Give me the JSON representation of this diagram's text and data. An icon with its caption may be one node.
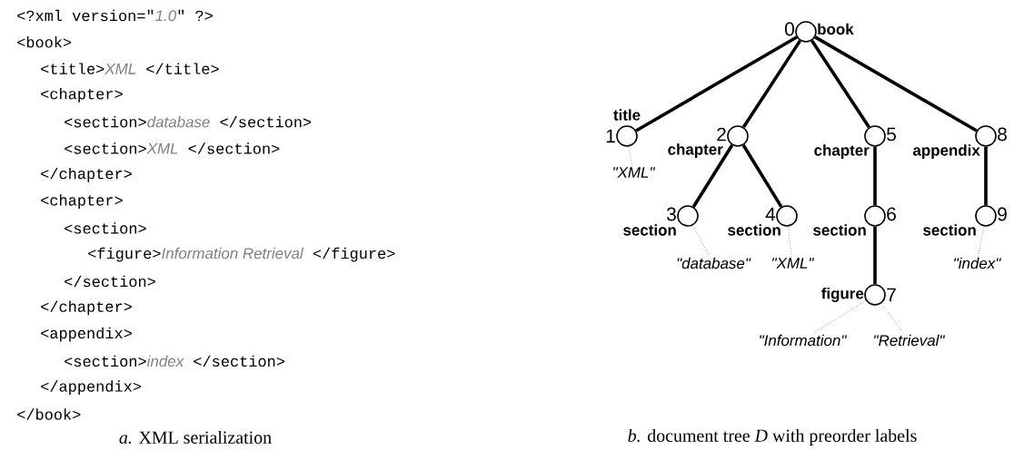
{
  "diagram": {
    "nodes": [
      {
        "text": [],
        "shape": "circle",
        "beside": [
          "0",
          "book"
        ]
      },
      {
        "text": [],
        "shape": "circle",
        "beside": [
          "1",
          "title"
        ]
      },
      {
        "text": [],
        "shape": "circle",
        "beside": [
          "2",
          "chapter"
        ]
      },
      {
        "text": [],
        "shape": "circle",
        "beside": [
          "3",
          "section"
        ]
      },
      {
        "text": [],
        "shape": "circle",
        "beside": [
          "4",
          "section"
        ]
      },
      {
        "text": [],
        "shape": "circle",
        "beside": [
          "5",
          "chapter"
        ]
      },
      {
        "text": [],
        "shape": "circle",
        "beside": [
          "6",
          "section"
        ]
      },
      {
        "text": [],
        "shape": "circle",
        "beside": [
          "7",
          "figure"
        ]
      },
      {
        "text": [],
        "shape": "circle",
        "beside": [
          "8",
          "appendix"
        ]
      },
      {
        "text": [],
        "shape": "circle",
        "beside": [
          "9",
          "section"
        ]
      },
      {
        "text": [
          "\"XML\""
        ]
      },
      {
        "text": [
          "\"database\""
        ]
      },
      {
        "text": [
          "\"XML\""
        ]
      },
      {
        "text": [
          "\"index\""
        ]
      },
      {
        "text": [
          "\"Information\""
        ]
      },
      {
        "text": [
          "\"Retrieval\""
        ]
      }
    ],
    "edges": [
      {
        "from": 0,
        "to": 1,
        "arrow": "none"
      },
      {
        "from": 0,
        "to": 2,
        "arrow": "none"
      },
      {
        "from": 0,
        "to": 5,
        "arrow": "none"
      },
      {
        "from": 0,
        "to": 8,
        "arrow": "none"
      },
      {
        "from": 2,
        "to": 3,
        "arrow": "none"
      },
      {
        "from": 2,
        "to": 4,
        "arrow": "none"
      },
      {
        "from": 5,
        "to": 6,
        "arrow": "none"
      },
      {
        "from": 6,
        "to": 7,
        "arrow": "none"
      },
      {
        "from": 8,
        "to": 9,
        "arrow": "none"
      },
      {
        "from": 1,
        "to": 10,
        "arrow": "none",
        "style": "dashed",
        "color": "#999999"
      },
      {
        "from": 3,
        "to": 11,
        "arrow": "none",
        "style": "dashed",
        "color": "#999999"
      },
      {
        "from": 4,
        "to": 12,
        "arrow": "none",
        "style": "dashed",
        "color": "#999999"
      },
      {
        "from": 9,
        "to": 13,
        "arrow": "none",
        "style": "dashed",
        "color": "#999999"
      },
      {
        "from": 7,
        "to": 14,
        "arrow": "none",
        "style": "dashed",
        "color": "#999999"
      },
      {
        "from": 7,
        "to": 15,
        "arrow": "none",
        "style": "dashed",
        "color": "#999999"
      }
    ],
    "labels": [
      "<?xml version=\"*1.0*\" ?>",
      "<book>",
      "<title>*XML* </title>",
      "<chapter>",
      "<section>*database* </section>",
      "<section>*XML* </section>",
      "</chapter>",
      "<chapter>",
      "<section>",
      "<figure>*Information Retrieval* </figure>",
      "</section>",
      "</chapter>",
      "<appendix>",
      "<section>*index* </section>",
      "</appendix>",
      "</book>",
      "*a.* XML serialization",
      "*b.* document tree *D* with preorder labels"
    ]
  }
}
